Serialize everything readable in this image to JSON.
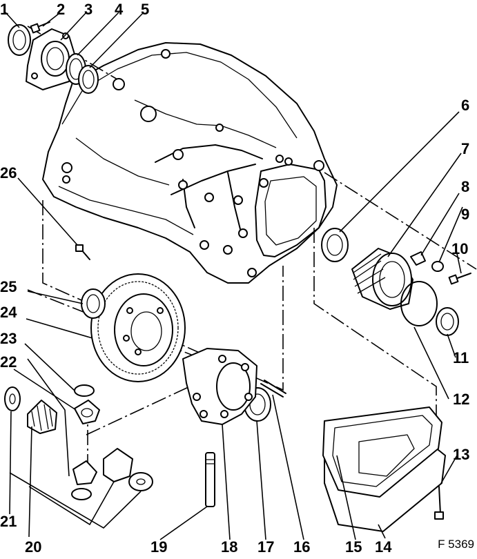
{
  "figure_reference": "F 5369",
  "callouts": [
    "1",
    "2",
    "3",
    "4",
    "5",
    "6",
    "7",
    "8",
    "9",
    "10",
    "11",
    "12",
    "13",
    "14",
    "15",
    "16",
    "17",
    "18",
    "19",
    "20",
    "21",
    "22",
    "23",
    "24",
    "25",
    "26"
  ]
}
